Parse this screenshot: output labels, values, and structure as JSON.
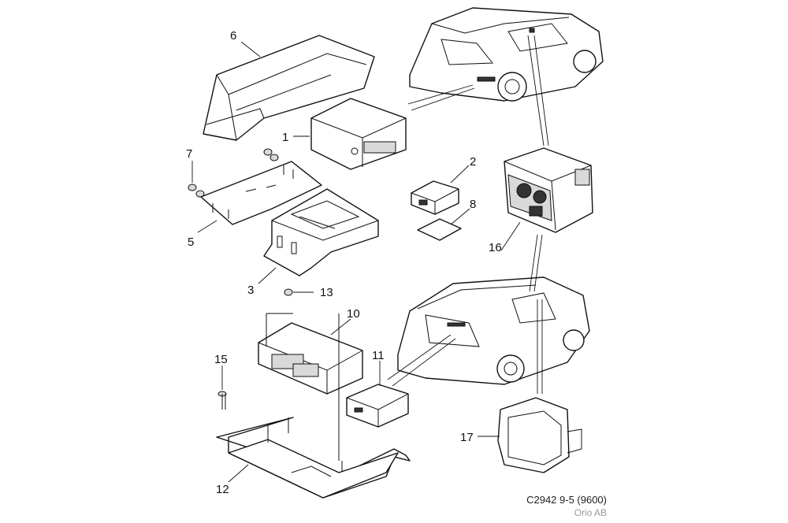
{
  "callouts": {
    "c1": "1",
    "c2": "2",
    "c3": "3",
    "c5": "5",
    "c6": "6",
    "c7": "7",
    "c8": "8",
    "c10": "10",
    "c11": "11",
    "c12": "12",
    "c13": "13",
    "c15": "15",
    "c16": "16",
    "c17": "17"
  },
  "footer": {
    "code": "C2942 9-5 (9600)",
    "organization": "Orio AB"
  }
}
